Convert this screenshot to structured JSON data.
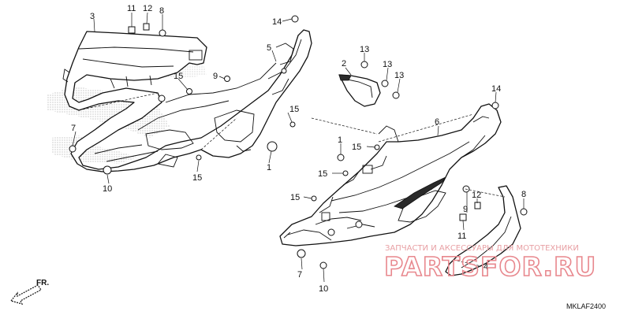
{
  "diagram": {
    "part_labels": [
      {
        "id": "3",
        "text": "3"
      },
      {
        "id": "11a",
        "text": "11"
      },
      {
        "id": "12a",
        "text": "12"
      },
      {
        "id": "8a",
        "text": "8"
      },
      {
        "id": "14a",
        "text": "14"
      },
      {
        "id": "5",
        "text": "5"
      },
      {
        "id": "15a",
        "text": "15"
      },
      {
        "id": "9a",
        "text": "9"
      },
      {
        "id": "15b",
        "text": "15"
      },
      {
        "id": "7a",
        "text": "7"
      },
      {
        "id": "15c",
        "text": "15"
      },
      {
        "id": "1a",
        "text": "1"
      },
      {
        "id": "10a",
        "text": "10"
      },
      {
        "id": "2",
        "text": "2"
      },
      {
        "id": "13a",
        "text": "13"
      },
      {
        "id": "13b",
        "text": "13"
      },
      {
        "id": "13c",
        "text": "13"
      },
      {
        "id": "14b",
        "text": "14"
      },
      {
        "id": "6",
        "text": "6"
      },
      {
        "id": "1b",
        "text": "1"
      },
      {
        "id": "15d",
        "text": "15"
      },
      {
        "id": "15e",
        "text": "15"
      },
      {
        "id": "15f",
        "text": "15"
      },
      {
        "id": "8b",
        "text": "8"
      },
      {
        "id": "9b",
        "text": "9"
      },
      {
        "id": "12b",
        "text": "12"
      },
      {
        "id": "11b",
        "text": "11"
      },
      {
        "id": "4",
        "text": "4"
      },
      {
        "id": "7b",
        "text": "7"
      },
      {
        "id": "10b",
        "text": "10"
      }
    ],
    "direction_label": "FR.",
    "diagram_code": "MKLAF2400",
    "watermark_line1": "ЗАПЧАСТИ И АКСЕССУАРЫ ДЛЯ МОТОТЕХНИКИ",
    "watermark_line2": "PARTSFOR.RU"
  },
  "colors": {
    "line": "#111111",
    "watermark": "#e8888e",
    "hatch": "#9a9a9a"
  }
}
